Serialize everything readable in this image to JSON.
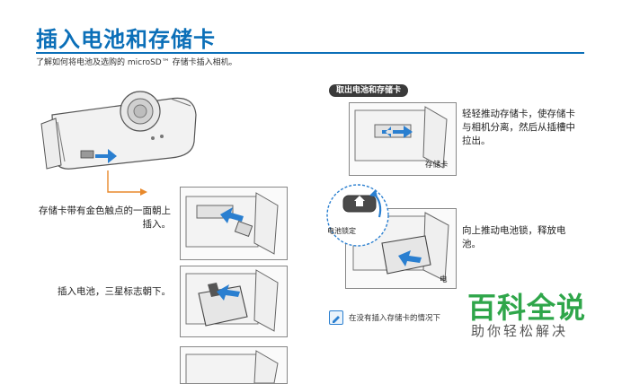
{
  "page": {
    "title": "插入电池和存储卡",
    "subtitle": "了解如何将电池及选购的 microSD™ 存储卡插入相机。"
  },
  "left": {
    "step1_caption": "存储卡带有金色触点的一面朝上插入。",
    "step2_caption": "插入电池，三星标志朝下。"
  },
  "right": {
    "section_title": "取出电池和存储卡",
    "card_caption": "轻轻推动存储卡，使存储卡与相机分离，然后从插槽中拉出。",
    "card_panel_label": "存储卡",
    "battery_caption": "向上推动电池锁，释放电池。",
    "battery_lock_label": "电池锁定",
    "battery_panel_label": "电",
    "note": "在没有插入存储卡的情况下"
  },
  "watermark": {
    "brand": "百科全说",
    "slogan": "助你轻松解决"
  },
  "colors": {
    "title_blue": "#0b6fb8",
    "arrow_blue": "#2a7fd0",
    "arrow_orange": "#e8892b",
    "brand_green": "#2fa64a"
  }
}
